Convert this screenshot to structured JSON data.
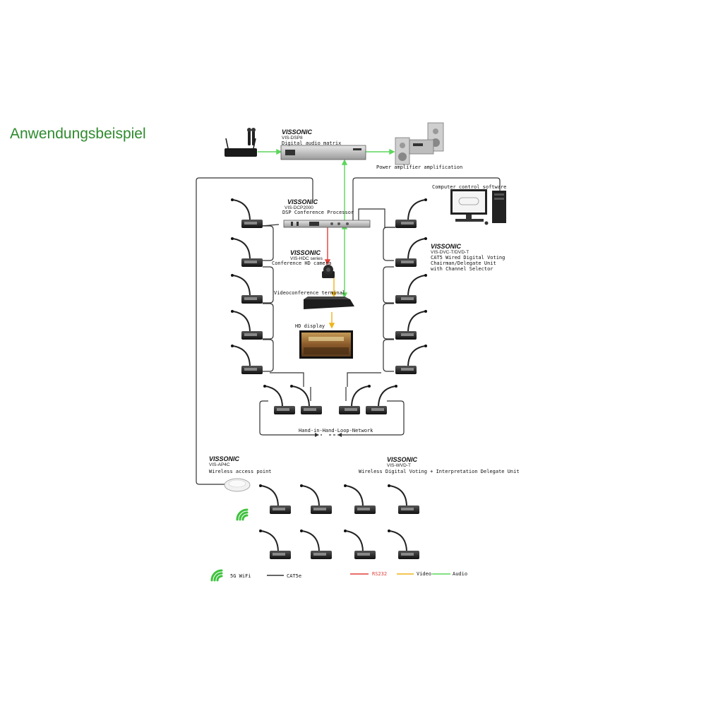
{
  "title": "Anwendungsbeispiel",
  "colors": {
    "cable": "#333333",
    "rs232": "#e0403a",
    "video": "#f0b41a",
    "audio": "#5cd65c",
    "title": "#2f8a2f",
    "wifi": "#3fc23f"
  },
  "devices": {
    "dsp8": {
      "brand": "VISSONIC",
      "model": "VIS-DSP8",
      "desc": "Digital audio matrix"
    },
    "amplifier": {
      "desc": "Power amplifier amplification"
    },
    "computer": {
      "desc": "Computer control software"
    },
    "dcp": {
      "brand": "VISSONIC",
      "model": "VIS-DCP2000",
      "desc": "DSP Conference Processor"
    },
    "camera": {
      "brand": "VISSONIC",
      "model": "VIS-HDC series",
      "desc": "Conference HD camera"
    },
    "videoconf": {
      "desc": "Videoconference terminal"
    },
    "display": {
      "desc": "HD display"
    },
    "dvc": {
      "brand": "VISSONIC",
      "model": "VIS-DVC-T/DVD-T",
      "desc1": "CAT5 Wired Digital Voting",
      "desc2": "Chairman/Delegate Unit",
      "desc3": "with Channel Selector"
    },
    "loop": {
      "desc": "Hand-in-Hand-Loop-Network"
    },
    "ap": {
      "brand": "VISSONIC",
      "model": "VIS-AP4C",
      "desc": "Wireless access point"
    },
    "wvd": {
      "brand": "VISSONIC",
      "model": "VIS-WVD-T",
      "desc": "Wireless Digital Voting + Interpretation Delegate Unit"
    }
  },
  "legend": {
    "wifi": "5G WiFi",
    "cat5e": "CAT5e",
    "rs232": "RS232",
    "video": "Video",
    "audio": "Audio"
  }
}
